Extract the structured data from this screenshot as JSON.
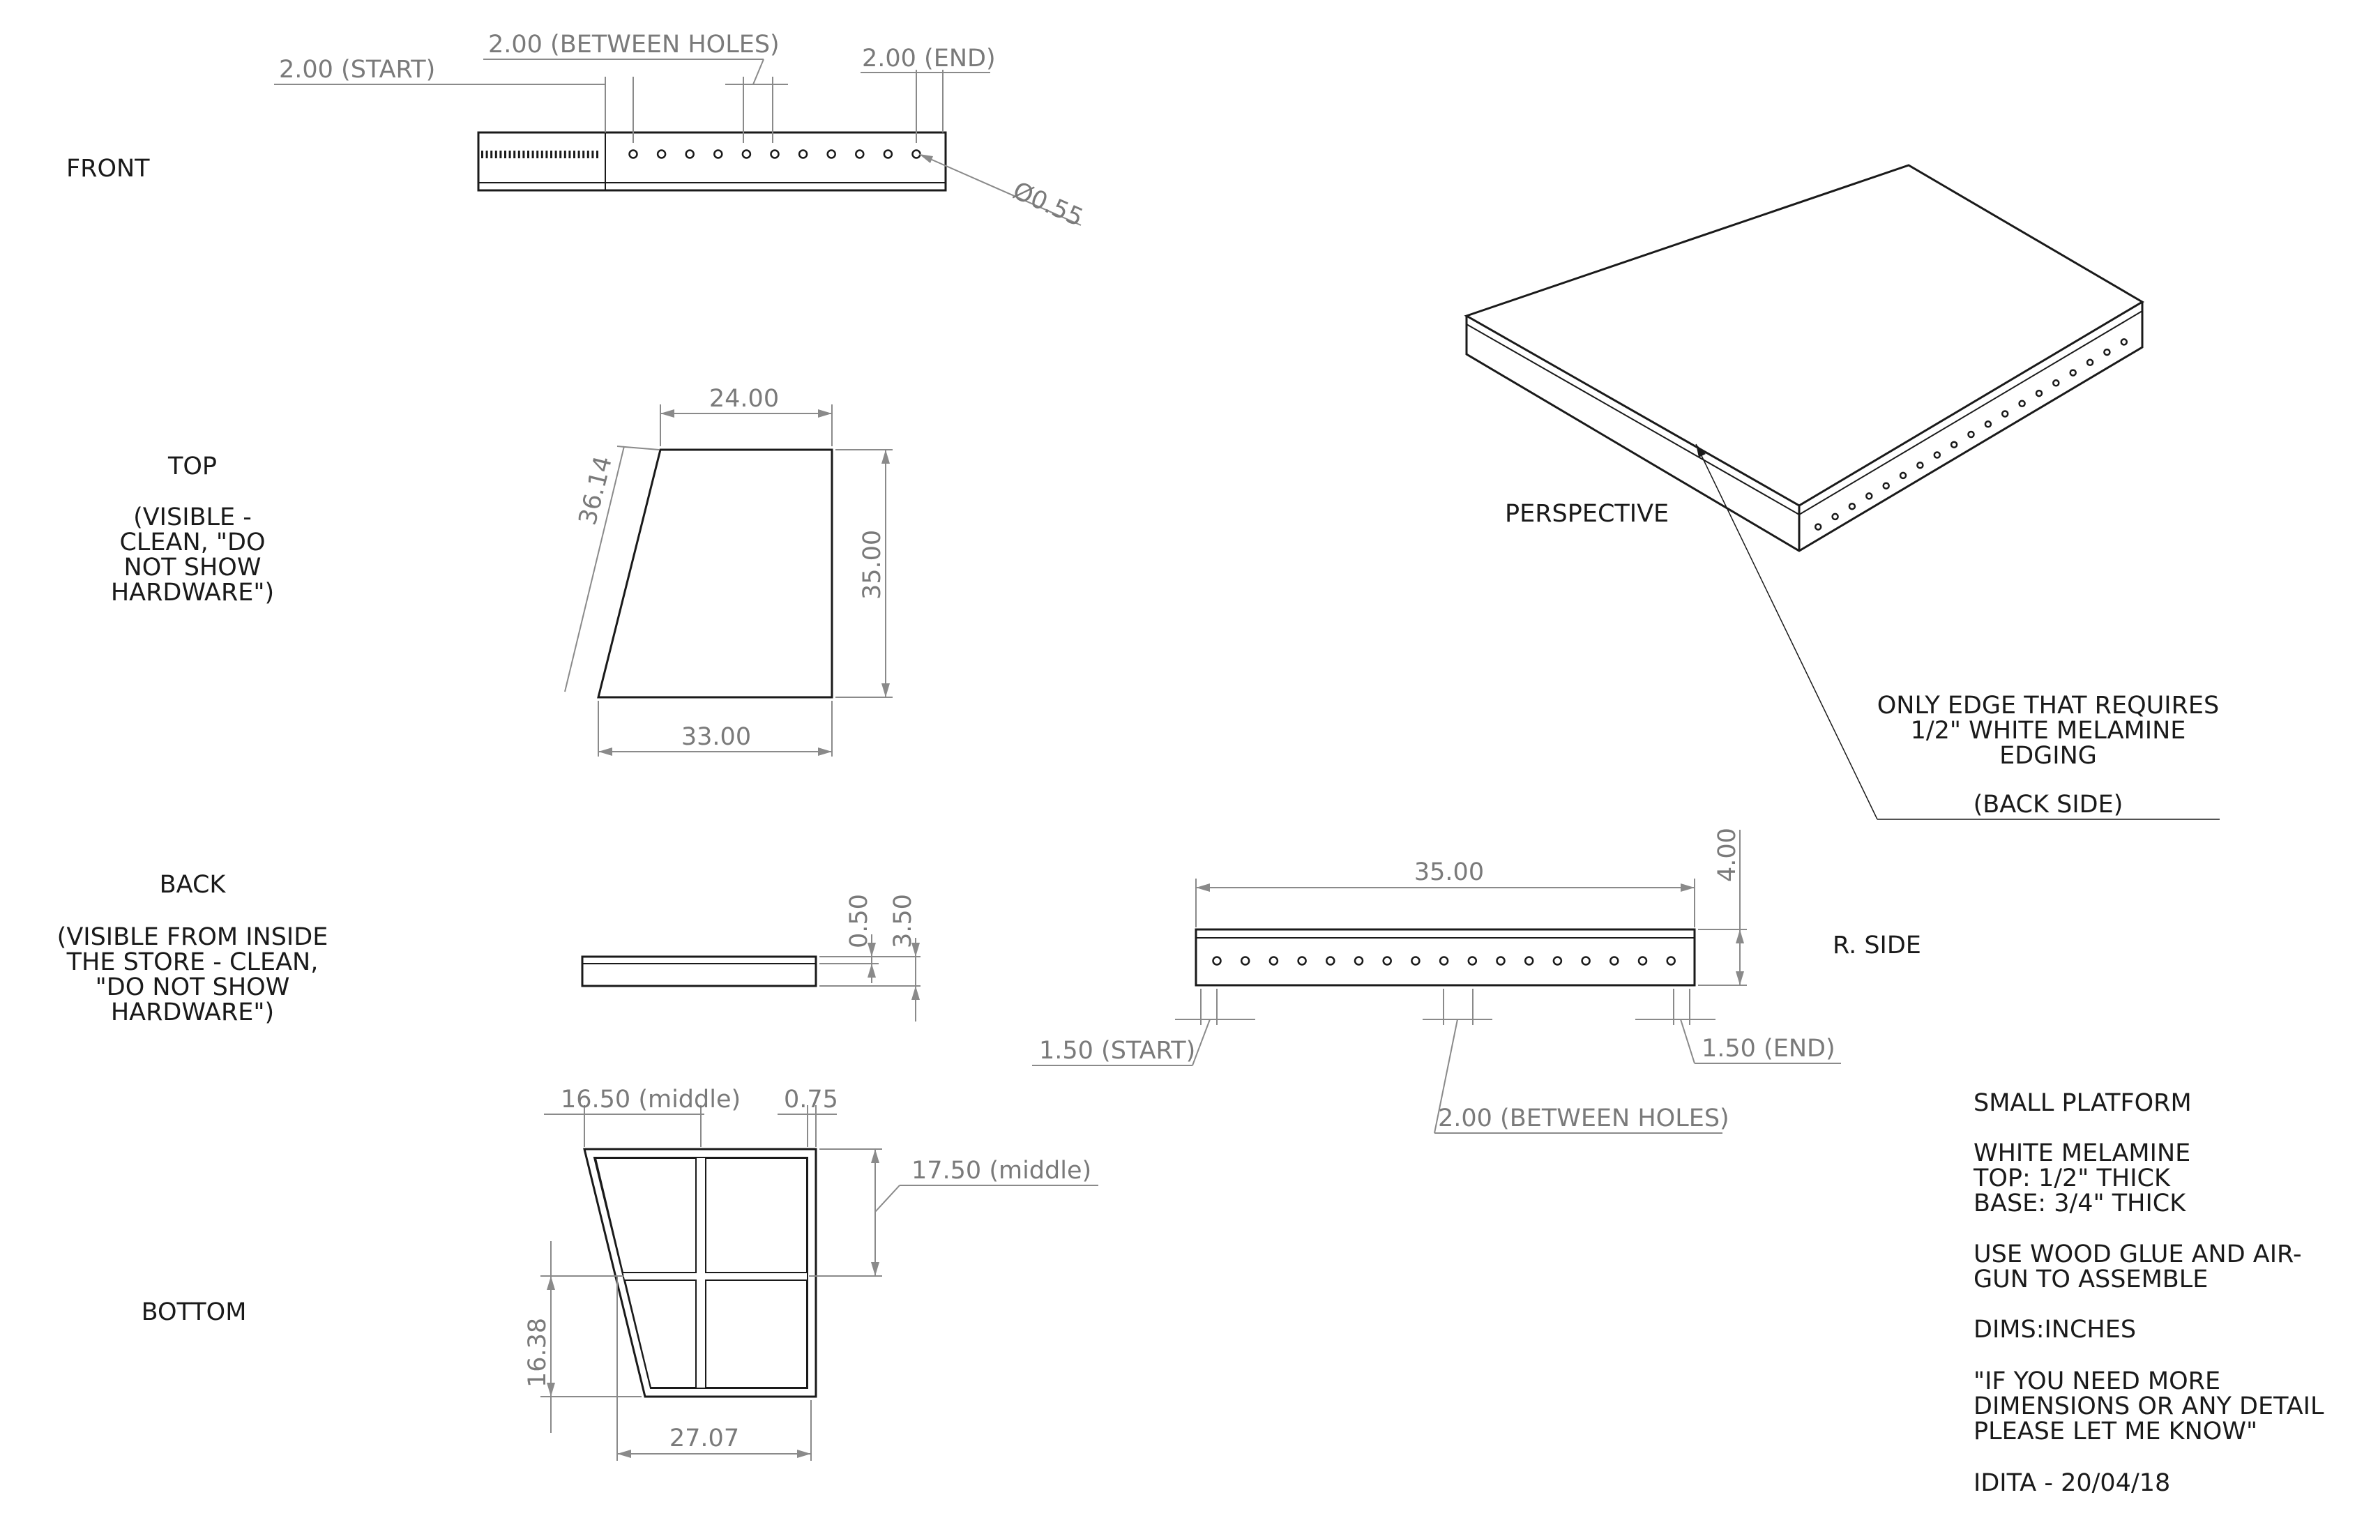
{
  "views": {
    "front": "FRONT",
    "top": "TOP",
    "top_note": [
      "(VISIBLE -",
      "CLEAN, \"DO",
      "NOT SHOW",
      "HARDWARE\")"
    ],
    "back": "BACK",
    "back_note": [
      "(VISIBLE FROM INSIDE",
      "THE STORE - CLEAN,",
      "\"DO NOT SHOW",
      "HARDWARE\")"
    ],
    "bottom": "BOTTOM",
    "perspective": "PERSPECTIVE",
    "right_side": "R. SIDE"
  },
  "front_dims": {
    "start": "2.00 (START)",
    "between": "2.00 (BETWEEN HOLES)",
    "end": "2.00 (END)",
    "hole_diameter": "Ø0.55"
  },
  "top_dims": {
    "top_width": "24.00",
    "slant": "36.14",
    "depth": "35.00",
    "bottom_width": "33.00"
  },
  "back_dims": {
    "top_thickness": "0.50",
    "total_height": "3.50"
  },
  "side_dims": {
    "length": "35.00",
    "height": "4.00",
    "start": "1.50 (START)",
    "between": "2.00 (BETWEEN HOLES)",
    "end": "1.50 (END)"
  },
  "bottom_dims": {
    "middle_x": "16.50 (middle)",
    "rail": "0.75",
    "middle_y": "17.50 (middle)",
    "left_height": "16.38",
    "width": "27.07"
  },
  "edge_callout": {
    "lines": [
      "ONLY EDGE THAT REQUIRES",
      "1/2\" WHITE MELAMINE",
      "EDGING"
    ],
    "side": "(BACK SIDE)"
  },
  "notes": {
    "title": "SMALL PLATFORM",
    "material": [
      "WHITE MELAMINE",
      "TOP: 1/2\" THICK",
      "BASE: 3/4\" THICK"
    ],
    "assembly": [
      "USE WOOD GLUE AND AIR-",
      "GUN TO ASSEMBLE"
    ],
    "units": "DIMS:INCHES",
    "request": [
      "\"IF YOU NEED MORE",
      "DIMENSIONS OR ANY DETAIL",
      "PLEASE LET ME KNOW\""
    ],
    "author": "IDITA - 20/04/18"
  },
  "colors": {
    "object_line": "#1a1a1a",
    "dimension_line": "#8a8a8a",
    "paper": "#ffffff"
  }
}
